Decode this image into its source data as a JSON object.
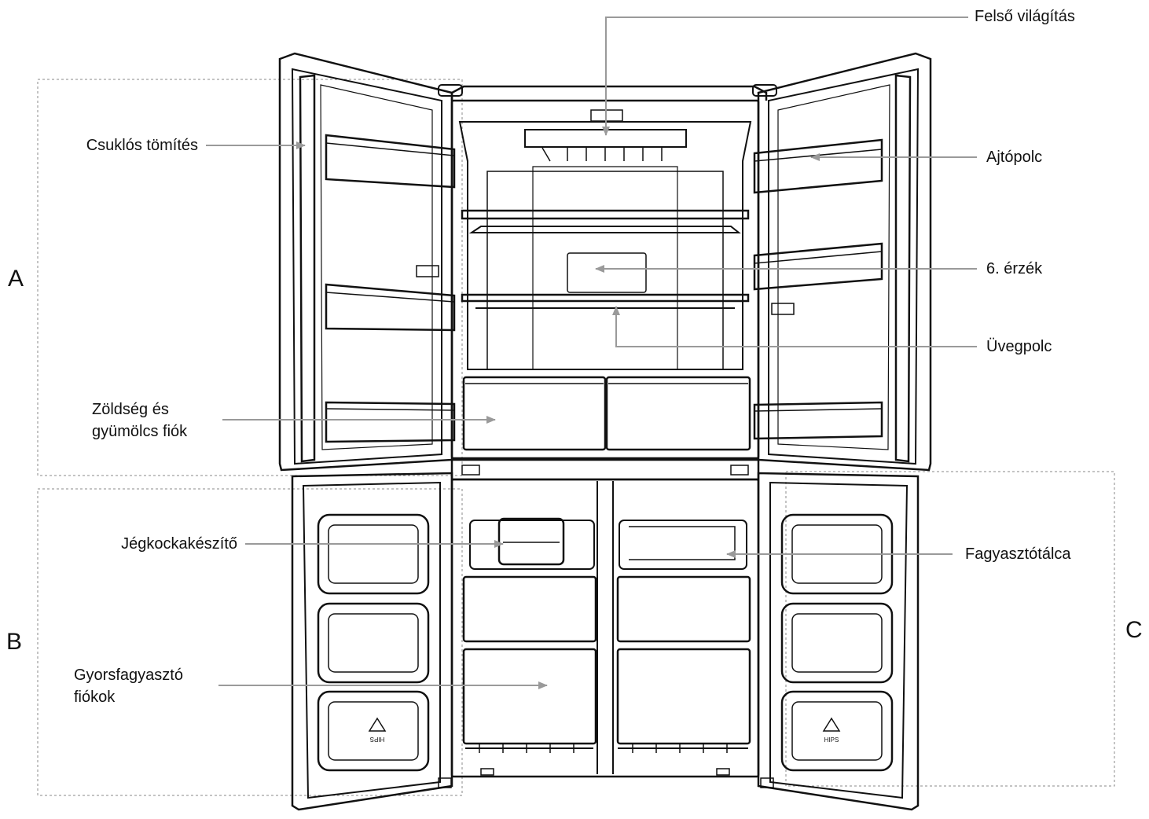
{
  "zones": {
    "a": "A",
    "b": "B",
    "c": "C"
  },
  "labels": {
    "top_light": "Felső világítás",
    "hinge_seal": "Csuklós tömítés",
    "door_shelf": "Ajtópolc",
    "sixth_sense": "6. érzék",
    "glass_shelf": "Üvegpolc",
    "crisper_line1": "Zöldség és",
    "crisper_line2": "gyümölcs fiók",
    "ice_maker": "Jégkockakészítő",
    "freezer_tray": "Fagyasztótálca",
    "quick_freeze_line1": "Gyorsfagyasztó",
    "quick_freeze_line2": "fiókok"
  },
  "recycle_marks": {
    "left": "HIPS",
    "right": "HIPS"
  },
  "colors": {
    "line": "#111111",
    "arrow": "#9a9a9a",
    "dash": "#8a8a8a"
  }
}
